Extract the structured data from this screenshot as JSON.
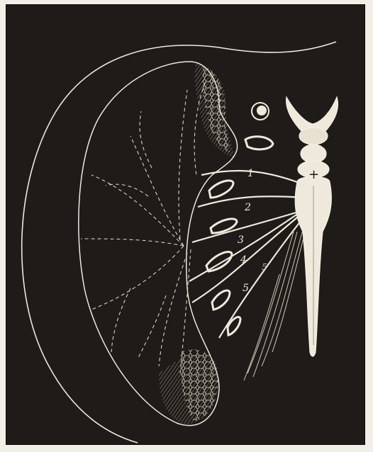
{
  "figure": {
    "labels": [
      "1",
      "2",
      "3",
      "4",
      "5",
      "5"
    ],
    "cross_mark": "+",
    "colors": {
      "background": "#1e1b18",
      "line": "#efe9dc",
      "paper": "#f2efe6"
    }
  }
}
